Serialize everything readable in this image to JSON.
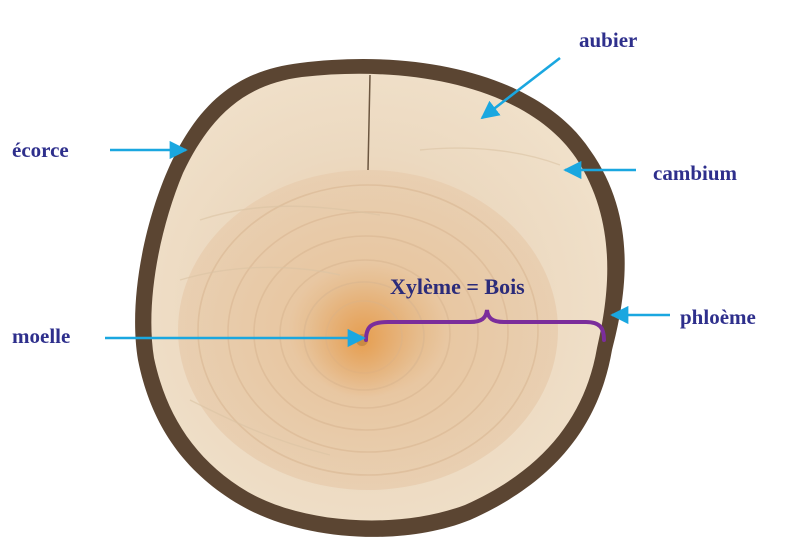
{
  "labels": {
    "aubier": "aubier",
    "ecorce": "écorce",
    "cambium": "cambium",
    "xyleme": "Xylème = Bois",
    "phloeme": "phloème",
    "moelle": "moelle"
  },
  "colors": {
    "label_text": "#2e2f8c",
    "arrow": "#1aa7e0",
    "brace": "#7b2d9b",
    "bark": "#5b4532",
    "sapwood": "#ead6bd",
    "heartwood": "#e4bf98",
    "pith": "#e9a45c"
  }
}
